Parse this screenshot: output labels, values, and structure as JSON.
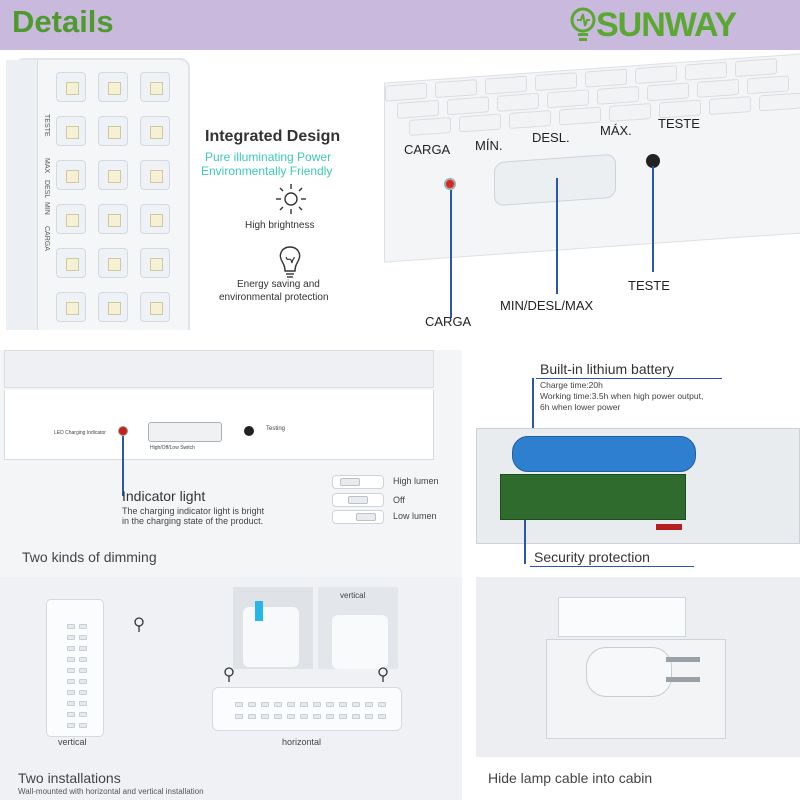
{
  "header": {
    "title": "Details",
    "brand": "SUNWAY",
    "colors": {
      "bar": "#c9b9dc",
      "title": "#4f9a2c",
      "brand": "#5aa832"
    }
  },
  "panel1": {
    "side_labels": [
      "TESTE",
      "MAX",
      "DESL",
      "MIN",
      "CARGA"
    ],
    "heading": "Integrated Design",
    "sub1": "Pure illuminating Power",
    "sub2": "Environmentally Friendly",
    "sub_color": "#3cc9b6",
    "feature1": "High brightness",
    "feature2_line1": "Energy saving and",
    "feature2_line2": "environmental protection",
    "icons": [
      "sun-icon",
      "bulb-icon"
    ]
  },
  "panel2": {
    "labels": [
      "CARGA",
      "MÍN.",
      "DESL.",
      "MÁX.",
      "TESTE"
    ],
    "callout_teste": "TESTE",
    "callout_switch": "MIN/DESL/MAX",
    "callout_carga": "CARGA"
  },
  "panel3": {
    "led_label": "LED Charging Indicator",
    "switch_label": "High/Off/Low Switch",
    "testing": "Testing",
    "title": "Indicator light",
    "desc_line1": "The charging indicator light is bright",
    "desc_line2": "in the charging state of the product.",
    "modes": [
      "High lumen",
      "Off",
      "Low lumen"
    ],
    "caption": "Two kinds of dimming"
  },
  "panel4": {
    "title": "Built-in lithium battery",
    "line1": "Charge time:20h",
    "line2": "Working time:3.5h when high power output,",
    "line3": "6h when lower power",
    "caption": "Security protection"
  },
  "panel5": {
    "label_vertical_top": "vertical",
    "label_vertical": "vertical",
    "label_horizontal": "horizontal",
    "caption": "Two installations",
    "subcaption": "Wall-mounted with horizontal and vertical installation"
  },
  "panel6": {
    "caption": "Hide lamp cable into cabin"
  }
}
